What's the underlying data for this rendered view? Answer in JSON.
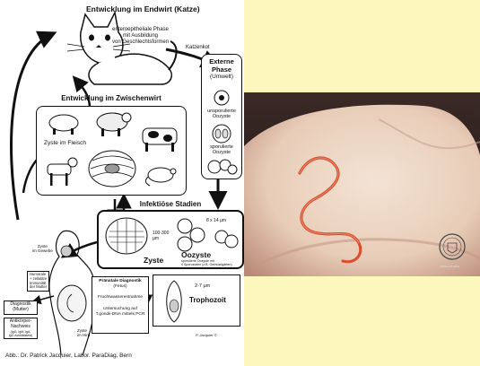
{
  "diagram": {
    "title_endwirt": "Entwicklung im Endwirt (Katze)",
    "enteroepithelial": [
      "enteroepitheliale Phase",
      "mit Ausbildung",
      "von Geschlechtsformen"
    ],
    "katzenkot": "Katzenkot",
    "externe_phase": [
      "Externe",
      "Phase",
      "(Umwelt)"
    ],
    "unsporulated": [
      "unsporulierte",
      "Oozyste"
    ],
    "sporulated": [
      "sporulierte",
      "Oozyste"
    ],
    "zwischenwirt_title": "Entwicklung im Zwischenwirt",
    "zyste_fleisch": "Zyste im Fleisch",
    "infektioese_title": "Infektiöse Stadien",
    "zyste_size": [
      "100-300",
      "µm"
    ],
    "zyste_label": "Zyste",
    "oozyste_size": "8 x 14 µm",
    "oozyste_label": "Oozyste",
    "oozyste_note": [
      "sporulierte Oozyste mit",
      "4 Sporozoiten (z.B. Gemüsegärten)"
    ],
    "zyste_gewebe": [
      "Zyste",
      "im Gewebe"
    ],
    "humorale": [
      "Humorale",
      "+ zelluläre",
      "Immunität",
      "der Mutter"
    ],
    "diagnostik_mutter": [
      "Diagnostik",
      "(Mutter)"
    ],
    "antikoerper": [
      "Antikörper-",
      "Nachweis"
    ],
    "antikoerper_sub": [
      "(IgG, IgM, IgA,",
      "IgG Aviditätstest)"
    ],
    "praenatale": [
      "Pränatale Diagnostik",
      "(Fetus)"
    ],
    "fruchtwasser": "Fruchtwasserentnahme",
    "untersuchung": [
      "Untersuchung auf",
      "T.gondii-DNA mittels PCR"
    ],
    "trophozoit_size": "2-7 µm",
    "trophozoit_label": "Trophozoit",
    "zyste_hirn": [
      "Zyste",
      "im Hirn"
    ],
    "signature": "P. Jacquier ©",
    "credit": "Abb.: Dr. Patrick Jacquier, Labor. ParaDiag, Bern"
  },
  "photo": {
    "seal_text": "",
    "watermark": "www.inf.wsu"
  },
  "colors": {
    "slide_background": "#fcf7bd",
    "skin_light": "#efd9c6",
    "skin_shadow": "#c99a8a",
    "larva_track": "#d9502f"
  }
}
